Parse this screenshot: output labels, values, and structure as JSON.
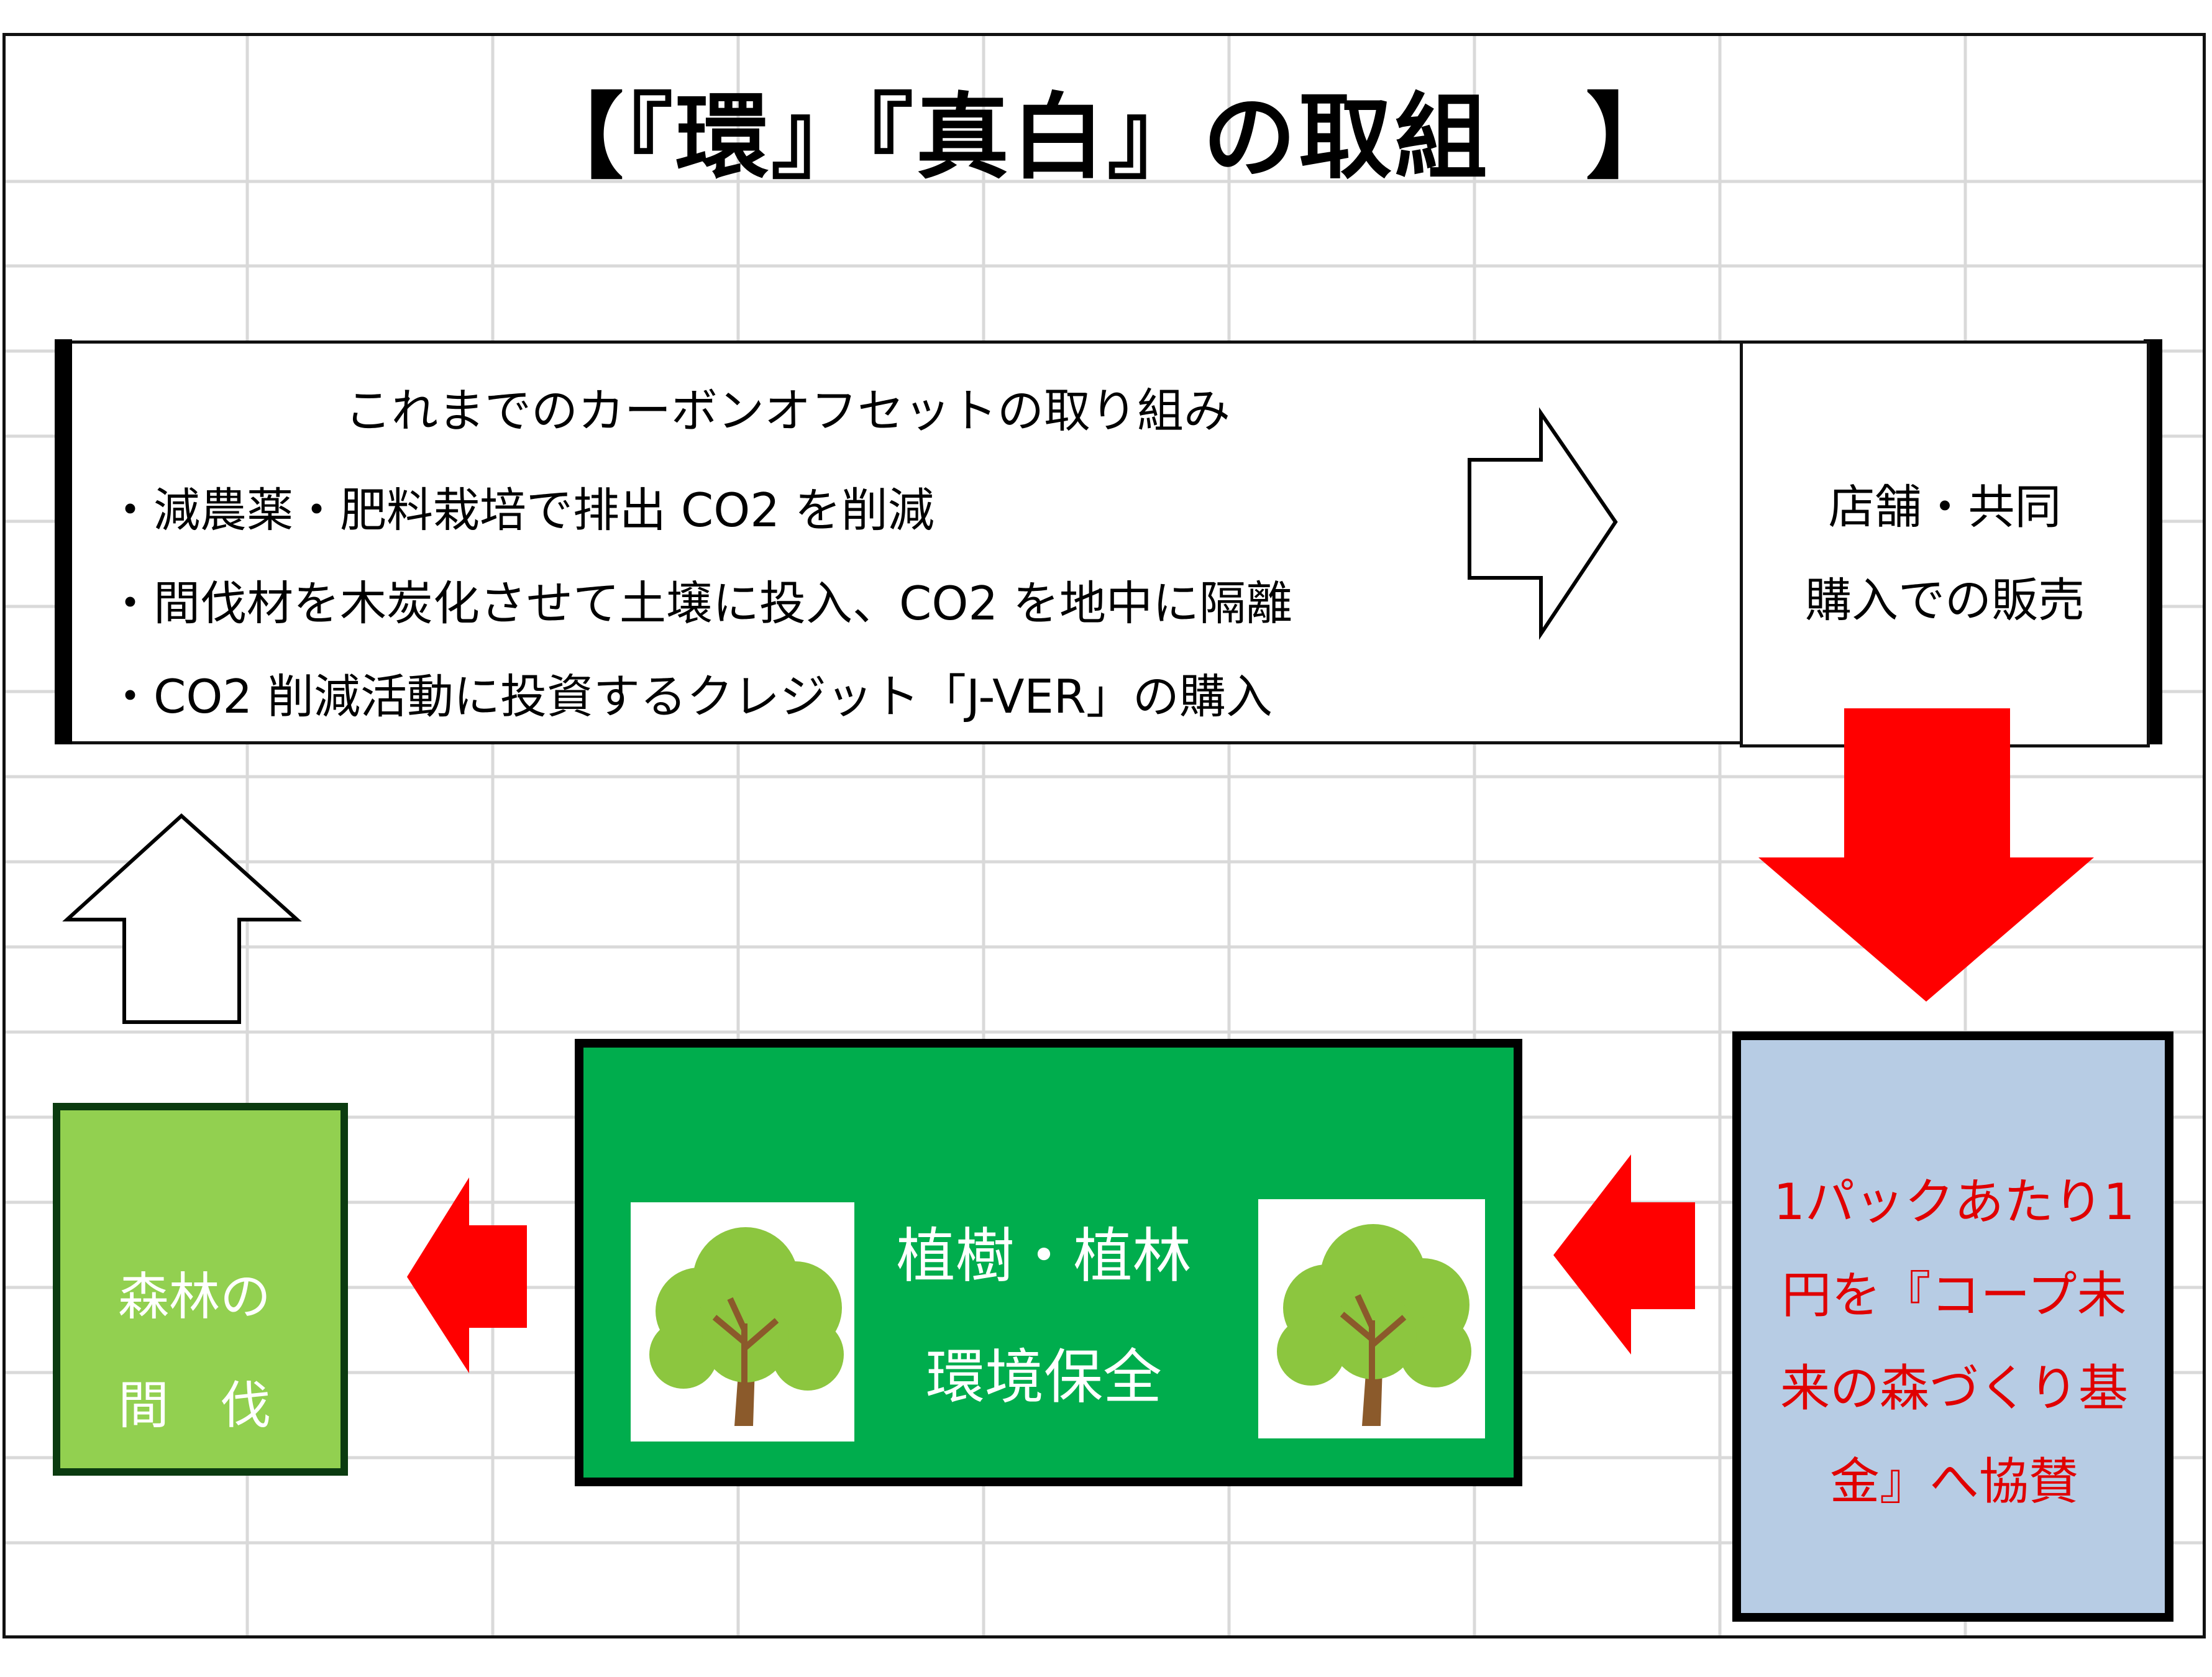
{
  "title": "【『環』『真白』の取組　】",
  "carbon_offset": {
    "heading": "これまでのカーボンオフセットの取り組み",
    "items": [
      "・減農薬・肥料栽培で排出 CO2 を削減",
      "・間伐材を木炭化させて土壌に投入、CO2 を地中に隔離",
      "・CO2 削減活動に投資するクレジット「J-VER」の購入"
    ]
  },
  "sales": {
    "lines": [
      "店舗・共同",
      "購入での販売"
    ]
  },
  "fund": {
    "lines": [
      "1パックあたり1",
      "円を『コープ未",
      "来の森づくり基",
      "金』へ協賛"
    ],
    "text_color": "#e00000",
    "bg_color": "#b7cce4"
  },
  "planting": {
    "lines": [
      "植樹・植林",
      "環境保全"
    ],
    "bg_color": "#00ad4d"
  },
  "forest": {
    "lines": [
      "森林の",
      "間　伐"
    ],
    "bg_color": "#92d050"
  },
  "icons": {
    "tree_left": "tree-icon",
    "tree_right": "tree-icon"
  },
  "arrow_colors": {
    "red": "#ff0000",
    "outline": "#000000"
  }
}
